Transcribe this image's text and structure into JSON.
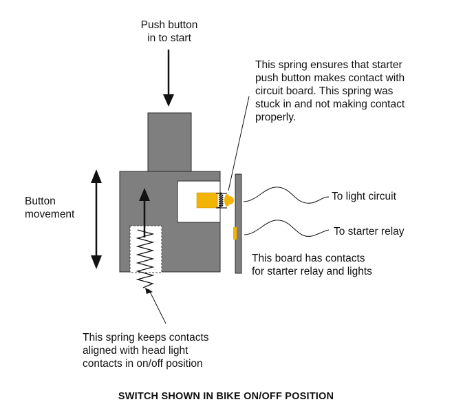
{
  "labels": {
    "push_button": [
      "Push button",
      "in to start"
    ],
    "spring_note": [
      "This spring ensures that starter",
      "push button makes contact with",
      "circuit board. This spring was",
      "stuck in and not making contact",
      "properly."
    ],
    "button_movement": [
      "Button",
      "movement"
    ],
    "to_light": "To light circuit",
    "to_starter": "To starter relay",
    "board_note": [
      "This board has contacts",
      "for starter relay and lights"
    ],
    "lower_spring_note": [
      "This spring keeps contacts",
      "aligned with head light",
      "contacts in on/off position"
    ]
  },
  "title": "SWITCH SHOWN IN BIKE ON/OFF POSITION",
  "colors": {
    "body": "#7f7f7f",
    "outline": "#2a2a2a",
    "contact": "#f2b400",
    "line": "#111111"
  }
}
